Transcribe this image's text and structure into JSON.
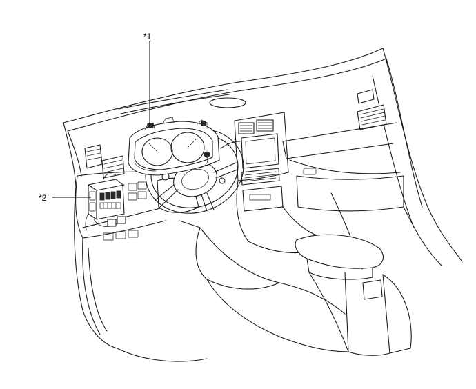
{
  "callouts": [
    {
      "id": "cluster",
      "label": "*1"
    },
    {
      "id": "junction-block",
      "label": "*2"
    }
  ]
}
